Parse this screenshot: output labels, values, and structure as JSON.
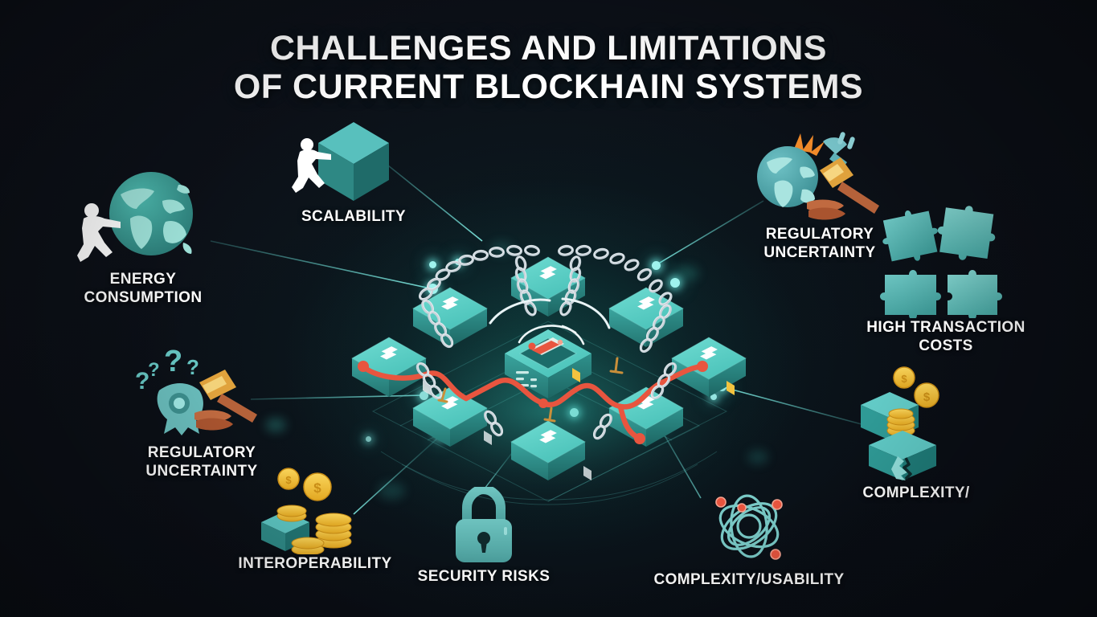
{
  "page": {
    "title_line1": "CHALLENGES AND LIMITATIONS",
    "title_line2": "OF CURRENT BLOCKHAIN SYSTEMS",
    "title_full": "CHALLENGES AND LIMITATIONS\nOF CURRENT BLOCKHAIN SYSTEMS"
  },
  "colors": {
    "background": "#0d1119",
    "accent_teal": "#4ecdc4",
    "block_top": "#5fd3cb",
    "block_side": "#2f8d8a",
    "block_dark": "#1f6b6a",
    "line_teal": "#58c8c2",
    "pipe_red": "#e8553f",
    "coin_gold": "#f5c842",
    "gavel_brown": "#b5623a",
    "text_white": "#ffffff",
    "chain_silver": "#c3ccd4"
  },
  "labels": [
    {
      "id": "energy",
      "text": "ENERGY\nCONSUMPTION",
      "icon": "globe-person-icon"
    },
    {
      "id": "scalability",
      "text": "SCALABILITY",
      "icon": "person-pushing-cube-icon"
    },
    {
      "id": "reg_left",
      "text": "REGULATORY\nUNCERTAINTY",
      "icon": "gavel-questionmarks-icon"
    },
    {
      "id": "interop",
      "text": "INTEROPERABILITY",
      "icon": "cube-coins-icon"
    },
    {
      "id": "security",
      "text": "SECURITY RISKS",
      "icon": "padlock-icon"
    },
    {
      "id": "complex_use",
      "text": "COMPLEXITY/USABILITY",
      "icon": "atom-orbit-icon"
    },
    {
      "id": "reg_right",
      "text": "REGULATORY\nUNCERTAINTY",
      "icon": "globe-gavel-plug-icon"
    },
    {
      "id": "high_cost",
      "text": "HIGH TRANSACTION\nCOSTS",
      "icon": "puzzle-pieces-icon"
    },
    {
      "id": "complexity",
      "text": "COMPLEXITY/",
      "icon": "cracked-cube-coins-icon"
    }
  ],
  "center": {
    "name": "isometric-blockchain-illustration",
    "description": "Isometric grid of teal blockchain blocks bound by silver chains and red pipes with a central server block"
  }
}
